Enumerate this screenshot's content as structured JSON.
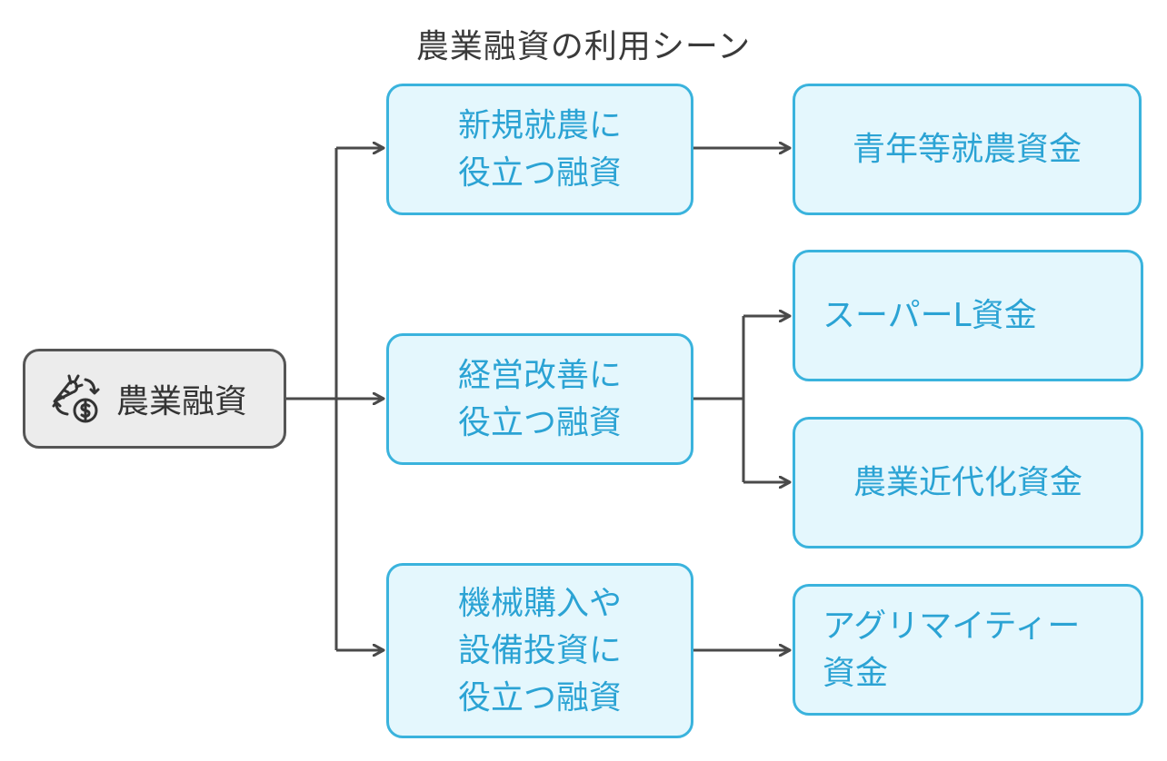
{
  "title": "農業融資の利用シーン",
  "colors": {
    "node_border": "#3ab3dd",
    "node_fill": "#e4f7fd",
    "node_text": "#2ba3d4",
    "root_border": "#555555",
    "root_fill": "#ececec",
    "connector": "#4a4a4a"
  },
  "root": {
    "label": "農業融資",
    "icon": "carrot-money-exchange-icon"
  },
  "categories": [
    {
      "lines": [
        "新規就農に",
        "役立つ融資"
      ],
      "loans": [
        {
          "lines": [
            "青年等就農資金"
          ]
        }
      ]
    },
    {
      "lines": [
        "経営改善に",
        "役立つ融資"
      ],
      "loans": [
        {
          "lines": [
            "スーパーL資金"
          ]
        },
        {
          "lines": [
            "農業近代化資金"
          ]
        }
      ]
    },
    {
      "lines": [
        "機械購入や",
        "設備投資に",
        "役立つ融資"
      ],
      "loans": [
        {
          "lines": [
            "アグリマイティー",
            "資金"
          ]
        }
      ]
    }
  ]
}
